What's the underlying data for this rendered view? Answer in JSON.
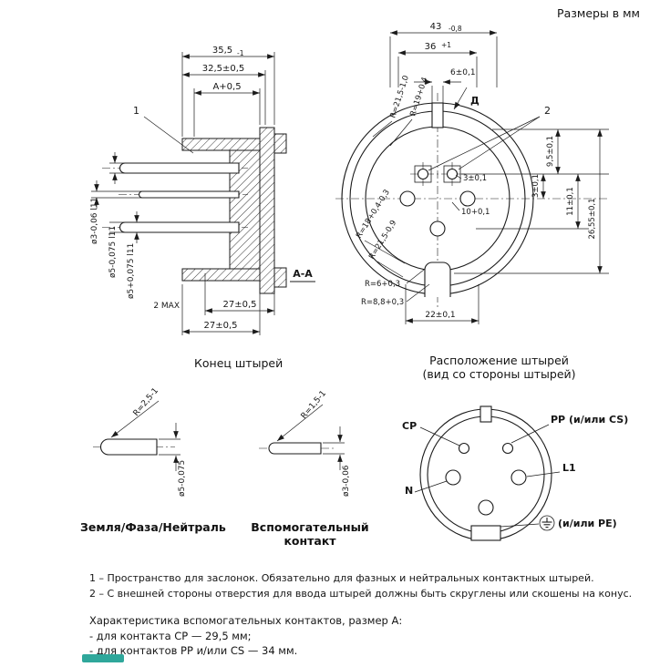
{
  "page": {
    "units_label": "Размеры в мм"
  },
  "section_view": {
    "callout_1": "1",
    "section_label": "А-А",
    "dims": {
      "width_total": "35,5",
      "width_total_tol": "-1",
      "width_32_5": "32,5±0,5",
      "width_a": "А+0,5",
      "dia_pin_3": "ø3-0,06 l11",
      "dia_pin_5_minus": "ø5-0,075 l11",
      "dia_pin_5_plus": "ø5+0,075 l11",
      "thickness_max": "2 MAX",
      "depth_27_upper": "27±0,5",
      "depth_27_lower": "27±0,5"
    }
  },
  "front_view": {
    "callout_2": "2",
    "view_letter": "Д",
    "dims": {
      "dia_43": "43",
      "dia_43_tol": "-0,8",
      "dia_36": "36",
      "dia_36_tol": "+1",
      "key_6": "6±0,1",
      "r21_5_top": "R=21,5-1,0",
      "r19": "R=19+0,4",
      "r18": "R=18+0,4-0,3",
      "r21_5_left": "R=21,5-0,9",
      "pitch_3": "3±0,1",
      "pitch_10": "10+0,1",
      "v9_5": "9,5±0,1",
      "v3": "3±0,1",
      "v11": "11±0,1",
      "v26_55": "26,55±0,1",
      "r6": "R=6+0,3",
      "r8_8": "R=8,8+0,3",
      "key_22": "22±0,1"
    }
  },
  "captions": {
    "pin_end": "Конец штырей",
    "pin_layout_1": "Расположение штырей",
    "pin_layout_2": "(вид со стороны штырей)"
  },
  "pin_end_figures": {
    "main_pin": {
      "radius": "R=2,5-1",
      "diameter": "ø5-0,075",
      "label": "Земля/Фаза/Нейтраль"
    },
    "aux_pin": {
      "radius": "R=1,5-1",
      "diameter": "ø3-0,06",
      "label_1": "Вспомогательный",
      "label_2": "контакт"
    }
  },
  "pin_layout": {
    "labels": {
      "cp": "CP",
      "pp": "PP (и/или CS)",
      "l1": "L1",
      "n": "N",
      "pe": "(и/или PE)"
    }
  },
  "notes": {
    "note_1": "1 – Пространство для заслонок. Обязательно для фазных и нейтральных контактных штырей.",
    "note_2": "2 – С внешней стороны отверстия для ввода штырей должны быть скруглены или скошены на конус."
  },
  "aux_spec": {
    "title": "Характеристика вспомогательных контактов, размер А:",
    "cp": "- для контакта CP — 29,5 мм;",
    "pp_cs": "- для контактов PP и/или CS — 34 мм."
  }
}
